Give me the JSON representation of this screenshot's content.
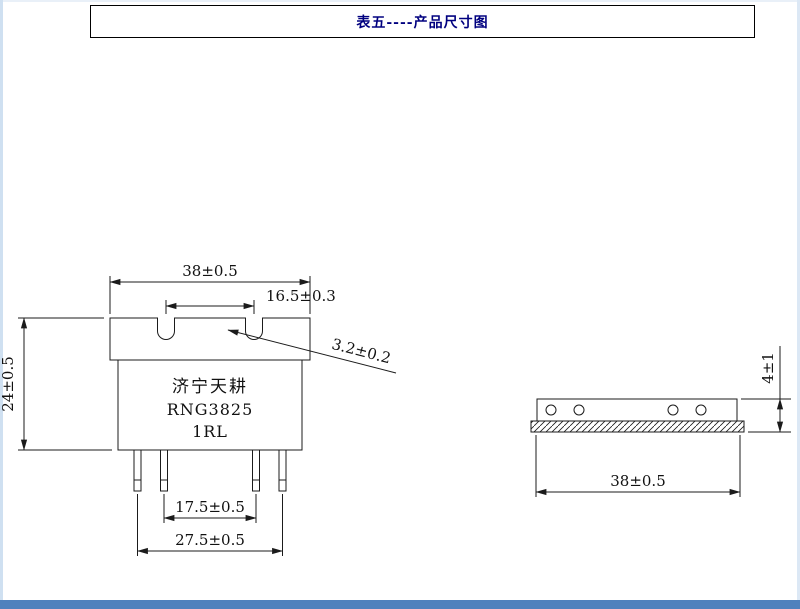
{
  "page": {
    "title": "表五----产品尺寸图",
    "title_color": "#00007f",
    "footer_bar_color": "#4f81bd"
  },
  "front_view": {
    "body_label": {
      "line1": "济宁天耕",
      "line2": "RNG3825",
      "line3": "1RL"
    },
    "dims": {
      "width_top": "38±0.5",
      "notch_spacing": "16.5±0.3",
      "slot_width": "3.2±0.2",
      "height": "24±0.5",
      "pin_pitch_inner": "17.5±0.5",
      "pin_pitch_outer": "27.5±0.5"
    }
  },
  "bottom_view": {
    "dims": {
      "thickness": "4±1",
      "width": "38±0.5"
    }
  }
}
